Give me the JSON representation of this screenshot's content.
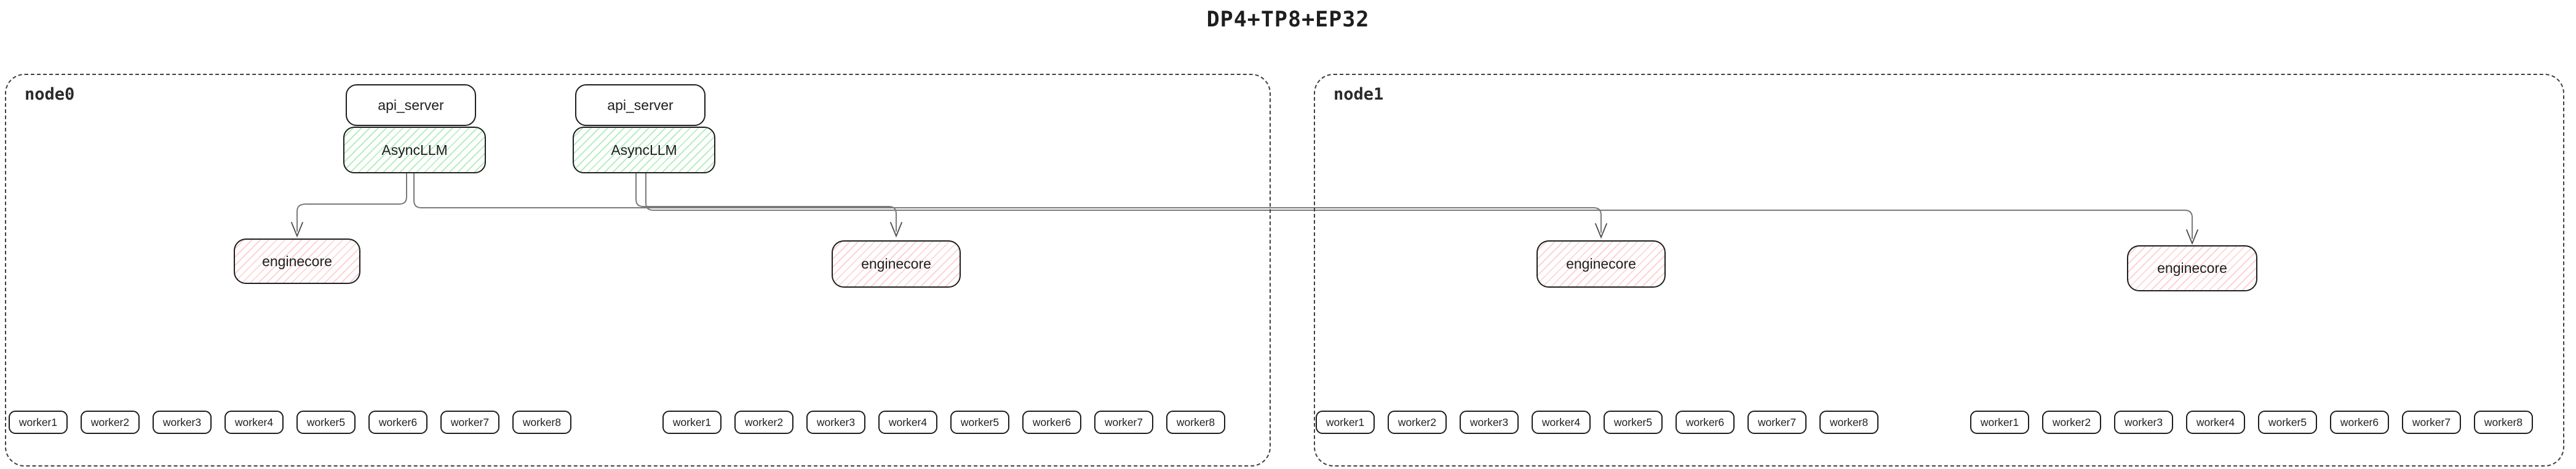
{
  "title": "DP4+TP8+EP32",
  "colors": {
    "box_border": "#1e1e1e",
    "green_hatch": "#69db7c",
    "red_hatch": "#ff8282",
    "connector": "#7a7a7a",
    "node_border": "#3f3f3f",
    "background": "#ffffff"
  },
  "node0": {
    "label": "node0",
    "api_servers": [
      "api_server",
      "api_server"
    ],
    "asyncllms": [
      "AsyncLLM",
      "AsyncLLM"
    ],
    "enginecores": [
      "enginecore",
      "enginecore"
    ],
    "worker_groups": [
      [
        "worker1",
        "worker2",
        "worker3",
        "worker4",
        "worker5",
        "worker6",
        "worker7",
        "worker8"
      ],
      [
        "worker1",
        "worker2",
        "worker3",
        "worker4",
        "worker5",
        "worker6",
        "worker7",
        "worker8"
      ]
    ]
  },
  "node1": {
    "label": "node1",
    "enginecores": [
      "enginecore",
      "enginecore"
    ],
    "worker_groups": [
      [
        "worker1",
        "worker2",
        "worker3",
        "worker4",
        "worker5",
        "worker6",
        "worker7",
        "worker8"
      ],
      [
        "worker1",
        "worker2",
        "worker3",
        "worker4",
        "worker5",
        "worker6",
        "worker7",
        "worker8"
      ]
    ]
  }
}
